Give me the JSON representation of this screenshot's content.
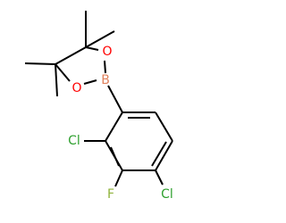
{
  "molecule": {
    "atoms": {
      "oxygen_upper": "O",
      "oxygen_lower": "O",
      "boron": "B",
      "chlorine_ortho": "Cl",
      "fluorine": "F",
      "chlorine_para": "Cl"
    }
  },
  "colors": {
    "bond": "#000000",
    "oxygen": "#ff0000",
    "boron": "#e0825e",
    "chlorine": "#2fa02f",
    "fluorine": "#8fb33a",
    "background": "#ffffff"
  }
}
